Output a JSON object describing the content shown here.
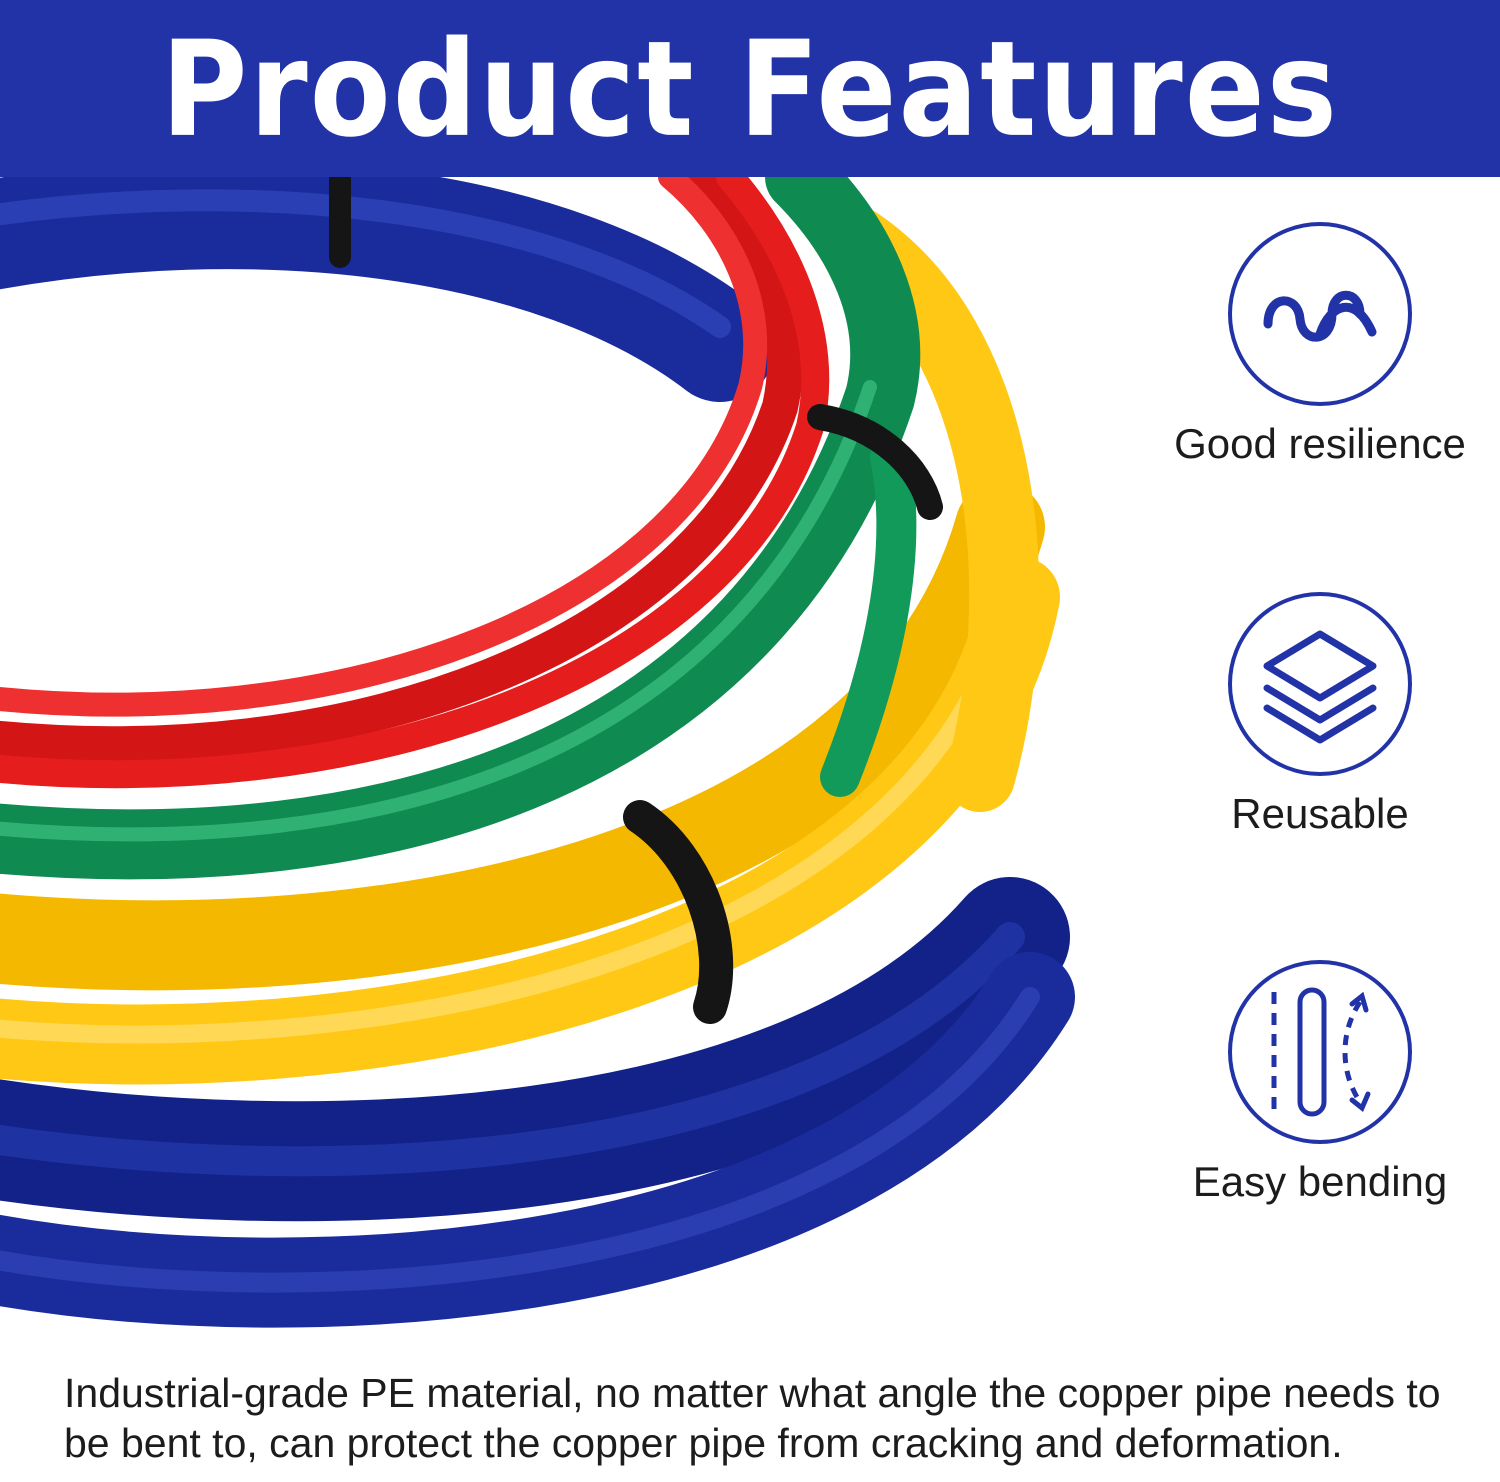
{
  "header": {
    "title": "Product Features"
  },
  "colors": {
    "brand_blue": "#2233a8",
    "tube_blue": "#1a2c9c",
    "tube_red": "#e51d1d",
    "tube_green": "#119a5a",
    "tube_yellow": "#ffc814",
    "clip_black": "#151515"
  },
  "features": [
    {
      "icon": "wave-icon",
      "label": "Good resilience"
    },
    {
      "icon": "layers-icon",
      "label": "Reusable"
    },
    {
      "icon": "bending-icon",
      "label": "Easy bending"
    }
  ],
  "description": "Industrial-grade PE material, no matter what angle the copper pipe needs to be bent to, can protect the copper pipe from cracking and deformation."
}
